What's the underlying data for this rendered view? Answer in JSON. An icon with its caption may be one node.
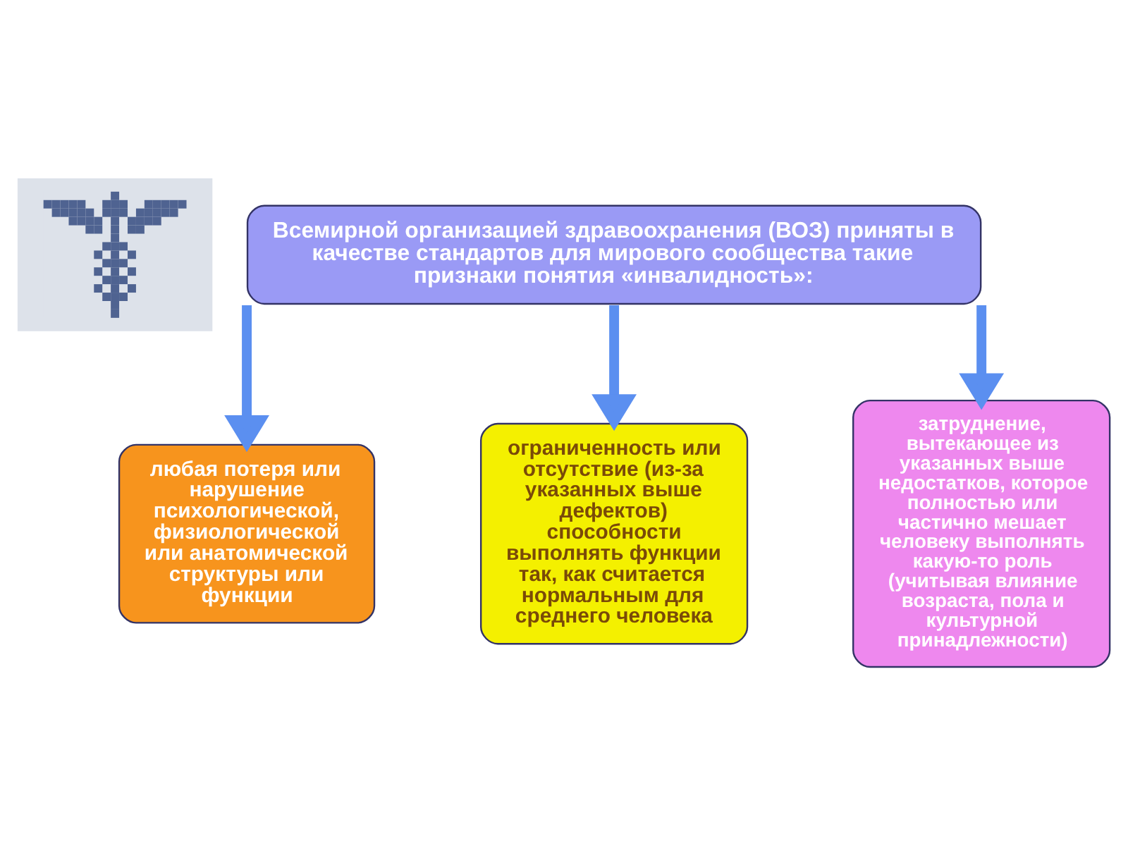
{
  "diagram": {
    "nodes": [
      {
        "text": [],
        "shape": "picture"
      },
      {
        "text": [
          "Всемирной организацией здравоохранения (ВОЗ) приняты в качестве стандартов для мирового сообщества такие признаки понятия «инвалидность»:"
        ]
      },
      {
        "text": [
          "любая потеря или нарушение психологической, физиологической или анатомической структуры или функции"
        ]
      },
      {
        "text": [
          "ограниченность или отсутствие (из-за указанных выше дефектов) способности выполнять функции так, как считается нормальным для среднего человека"
        ]
      },
      {
        "text": [
          "затруднение, вытекающее из указанных выше недостатков, которое полностью или частично мешает человеку выполнять какую-то роль (учитывая влияние возраста, пола и культурной принадлежности)"
        ]
      }
    ],
    "edges": [
      {
        "from": 1,
        "to": 2,
        "arrow": "to"
      },
      {
        "from": 1,
        "to": 3,
        "arrow": "to"
      },
      {
        "from": 1,
        "to": 4,
        "arrow": "to"
      }
    ]
  }
}
